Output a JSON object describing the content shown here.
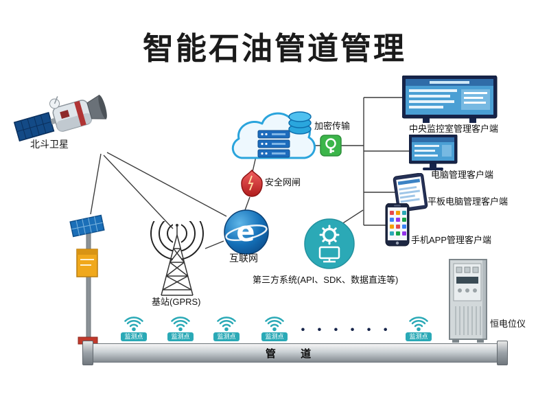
{
  "title": "智能石油管道管理",
  "nodes": {
    "satellite": "北斗卫星",
    "base_station": "基站(GPRS)",
    "internet": "互联网",
    "security_gateway": "安全网闸",
    "encryption": "加密传输",
    "third_party": "第三方系统(API、SDK、数据直连等)",
    "central_client": "中央监控室管理客户端",
    "pc_client": "电脑管理客户端",
    "tablet_client": "平板电脑管理客户端",
    "phone_client": "手机APP管理客户端",
    "potentiostat": "恒电位仪",
    "pipeline": "管 道"
  },
  "monitor_points": {
    "labels": [
      "监测点",
      "监测点",
      "监测点",
      "监测点",
      "监测点"
    ],
    "ellipsis": "• • • • • •"
  },
  "colors": {
    "accent_teal": "#2aa9b6",
    "cloud_blue": "#2aa4dc",
    "server_blue": "#1d6cbd",
    "encryption_green": "#3cb54a",
    "gateway_red": "#c92727",
    "screen_navy": "#16244a",
    "line": "#3c3c3c"
  }
}
